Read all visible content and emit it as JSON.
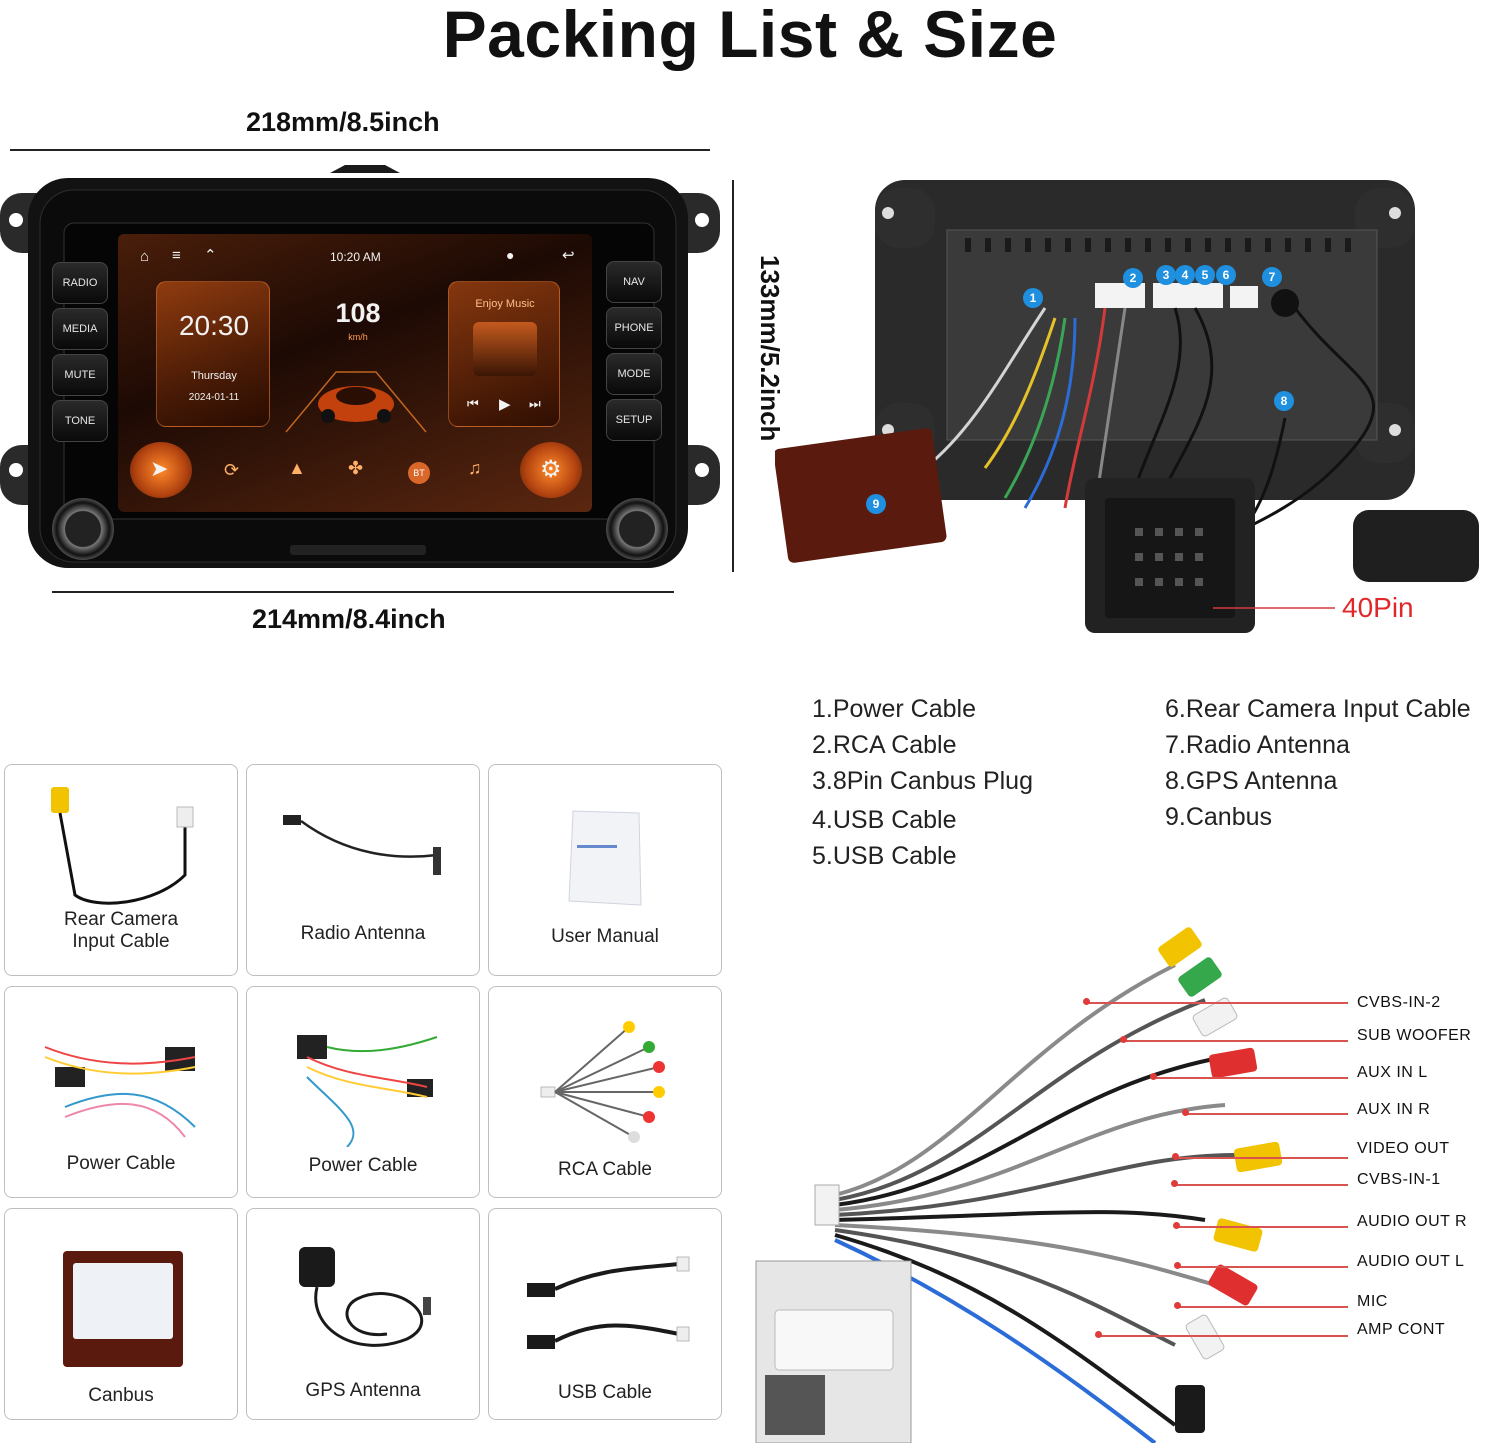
{
  "title": "Packing List & Size",
  "dimensions": {
    "top_width": "218mm/8.5inch",
    "bottom_width": "214mm/8.4inch",
    "height": "133mm/5.2inch"
  },
  "head_unit": {
    "left_buttons": [
      "RADIO",
      "MEDIA",
      "MUTE",
      "TONE"
    ],
    "right_buttons": [
      "NAV",
      "PHONE",
      "MODE",
      "SETUP"
    ],
    "status_time": "10:20 AM",
    "clock": "20:30",
    "day": "Thursday",
    "date": "2024-01-11",
    "speed": "108",
    "speed_unit": "km/h",
    "music_title": "Enjoy Music",
    "bt_label": "BT"
  },
  "back_view": {
    "connector_numbers": [
      "1",
      "2",
      "3",
      "4",
      "5",
      "6",
      "7",
      "8",
      "9"
    ],
    "connector_label": "40Pin"
  },
  "numbered_list": {
    "left": [
      "1.Power Cable",
      "2.RCA Cable",
      "3.8Pin Canbus Plug",
      "4.USB Cable",
      "5.USB Cable"
    ],
    "right": [
      "6.Rear Camera Input Cable",
      "7.Radio Antenna",
      "8.GPS Antenna",
      "9.Canbus"
    ]
  },
  "items": [
    {
      "line1": "Rear Camera",
      "line2": "Input Cable"
    },
    {
      "line1": "Radio Antenna",
      "line2": ""
    },
    {
      "line1": "User Manual",
      "line2": ""
    },
    {
      "line1": "Power Cable",
      "line2": ""
    },
    {
      "line1": "Power Cable",
      "line2": ""
    },
    {
      "line1": "RCA Cable",
      "line2": ""
    },
    {
      "line1": "Canbus",
      "line2": ""
    },
    {
      "line1": "GPS Antenna",
      "line2": ""
    },
    {
      "line1": "USB Cable",
      "line2": ""
    }
  ],
  "rca_labels": [
    "CVBS-IN-2",
    "SUB WOOFER",
    "AUX IN L",
    "AUX IN R",
    "VIDEO OUT",
    "CVBS-IN-1",
    "AUDIO OUT R",
    "AUDIO OUT L",
    "MIC",
    "AMP CONT"
  ],
  "colors": {
    "accent_orange": "#ff8a2a",
    "label_red": "#e03b3b",
    "badge_blue": "#1f8fe0"
  }
}
